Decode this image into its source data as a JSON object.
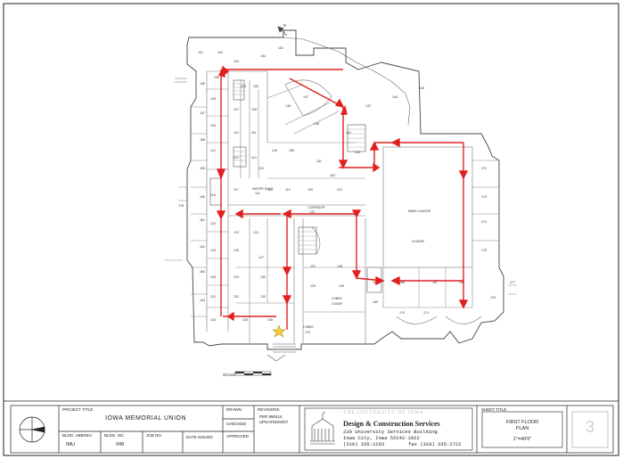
{
  "plan": {
    "scale_label": "SCALE",
    "north_label": "N",
    "rooms": [
      {
        "name": "MAIN LOUNGE",
        "area": "11450SF"
      },
      {
        "name": "LOBBY",
        "area": "170"
      },
      {
        "name": "LOBBY",
        "area": "2150SF"
      },
      {
        "name": "CORRIDOR",
        "area": "133"
      },
      {
        "name": "WATER SHUT",
        "area": "141"
      }
    ],
    "room_numbers": [
      "101",
      "102",
      "103",
      "104",
      "105",
      "106",
      "107",
      "108",
      "109",
      "110",
      "111",
      "112",
      "113",
      "114",
      "115",
      "116",
      "117",
      "118",
      "119",
      "120",
      "121",
      "122",
      "123",
      "124",
      "125",
      "126",
      "127",
      "128",
      "129",
      "130",
      "131",
      "132",
      "133",
      "134",
      "135",
      "136",
      "137",
      "138",
      "139",
      "140",
      "141",
      "142",
      "143",
      "144",
      "145",
      "146",
      "147",
      "148",
      "149",
      "150",
      "151",
      "152",
      "153",
      "154",
      "155",
      "156",
      "157",
      "158",
      "159",
      "160",
      "161",
      "162",
      "163",
      "164",
      "165",
      "166",
      "167",
      "168",
      "169",
      "170",
      "171",
      "172",
      "173",
      "174",
      "175",
      "176",
      "177",
      "178"
    ],
    "arrow_color": "#e02020",
    "star_color": "#f4d03f"
  },
  "title_block": {
    "project_title_label": "PROJECT TITLE",
    "project_title": "IOWA MEMORIAL UNION",
    "bldg_abbrev_label": "BLDG. ABBREV.",
    "bldg_abbrev": "IMU",
    "bldg_no_label": "BLDG. NO.",
    "bldg_no": "048",
    "job_no_label": "JOB NO.",
    "date_issued_label": "DATE ISSUED",
    "drawn_label": "DRAWN",
    "checked_label": "CHECKED",
    "approved_label": "APPROVED",
    "revisions_label": "REVISIONS",
    "revisions_line1": "PER 990414",
    "revisions_line2": "UPDATED04/07",
    "university": "THE UNIVERSITY OF IOWA",
    "dept": "Design & Construction Services",
    "address1": "230 University Services Building",
    "address2": "Iowa City, Iowa 52242-1922",
    "phone": "(319) 335-1263",
    "fax": "fax (319) 335-2722",
    "sheet_title_label": "SHEET TITLE",
    "sheet_title1": "FIRST FLOOR",
    "sheet_title2": "PLAN",
    "sheet_scale": "1\"=40'0\"",
    "sheet_number": "3"
  }
}
